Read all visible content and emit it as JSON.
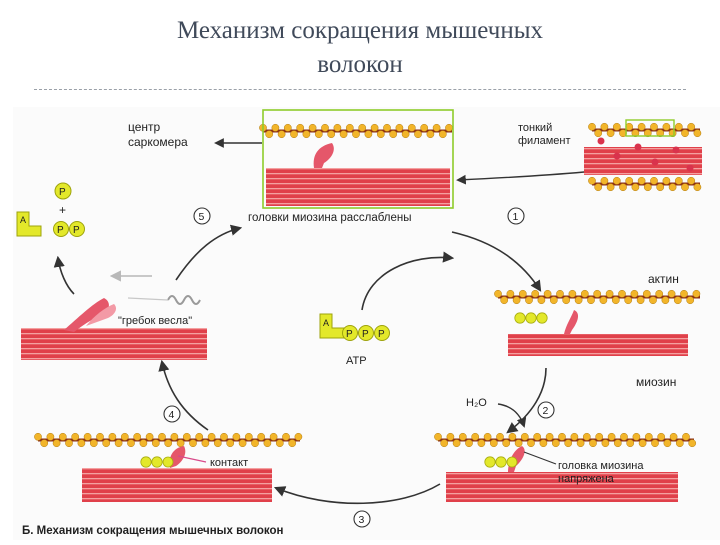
{
  "slide": {
    "title_line1": "Механизм  сокращения мышечных",
    "title_line2": "волокон"
  },
  "figure": {
    "caption": "Б. Механизм сокращения мышечных волокон",
    "labels": {
      "sarcomere_center_1": "центр",
      "sarcomere_center_2": "саркомера",
      "thin_filament_1": "тонкий",
      "thin_filament_2": "филамент",
      "heads_relaxed": "головки миозина расслаблены",
      "actin": "актин",
      "myosin": "миозин",
      "atp": "ATP",
      "water": "H₂O",
      "head_tense_1": "головка миозина",
      "head_tense_2": "напряжена",
      "contact": "контакт",
      "oar_stroke": "\"гребок весла\"",
      "glyph_p": "P",
      "glyph_a": "A",
      "plus": "+"
    },
    "steps": [
      "1",
      "2",
      "3",
      "4",
      "5"
    ],
    "colors": {
      "actin_bead": "#f2b52a",
      "actin_dark": "#8e2d12",
      "myosin_band": "#e0404a",
      "myosin_light": "#f4a0a0",
      "nucleotide": "#e3e82a",
      "frame_green": "#8fcc2a",
      "arrow": "#333333"
    }
  }
}
